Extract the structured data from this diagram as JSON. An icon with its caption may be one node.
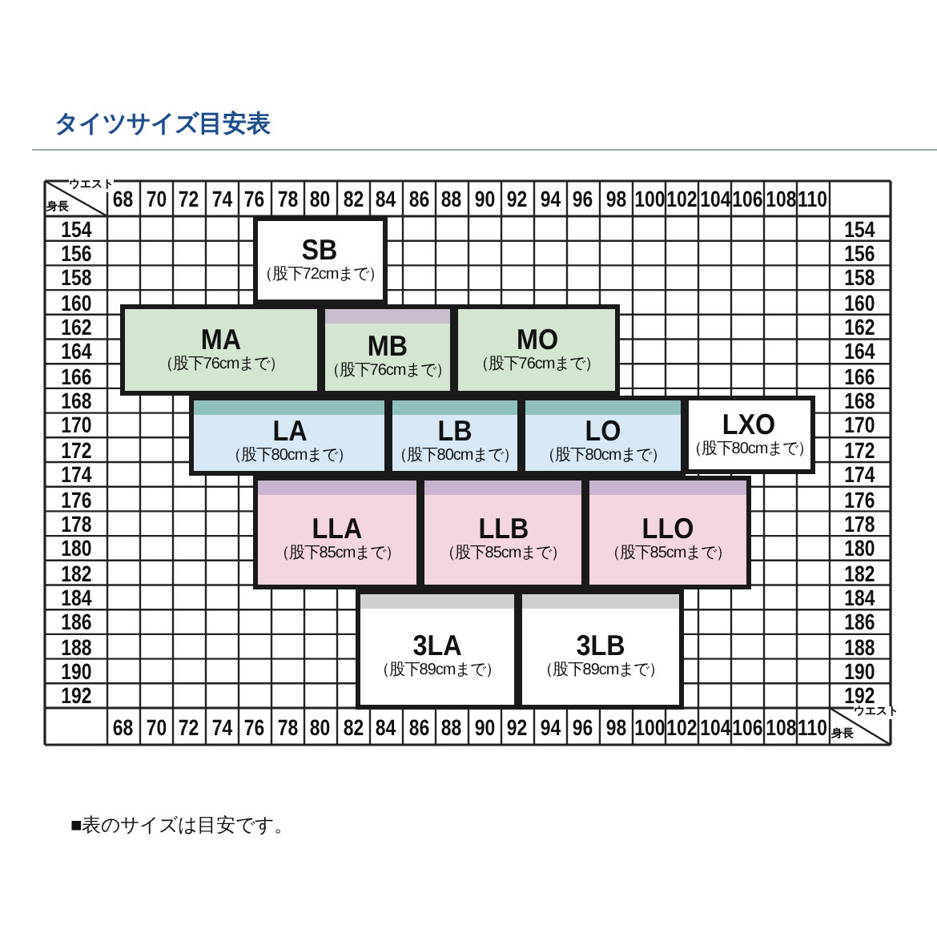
{
  "diagram": {
    "title": "タイツサイズ目安表",
    "nodes": [
      {
        "text": [
          "SB",
          "（股下72cmまで）"
        ]
      },
      {
        "text": [
          "MA",
          "（股下76cmまで）"
        ]
      },
      {
        "text": [
          "MB",
          "（股下76cmまで）"
        ]
      },
      {
        "text": [
          "MO",
          "（股下76cmまで）"
        ]
      },
      {
        "text": [
          "LA",
          "（股下80cmまで）"
        ]
      },
      {
        "text": [
          "LB",
          "（股下80cmまで）"
        ]
      },
      {
        "text": [
          "LO",
          "（股下80cmまで）"
        ]
      },
      {
        "text": [
          "LXO",
          "（股下80cmまで）"
        ]
      },
      {
        "text": [
          "LLA",
          "（股下85cmまで）"
        ]
      },
      {
        "text": [
          "LLB",
          "（股下85cmまで）"
        ]
      },
      {
        "text": [
          "LLO",
          "（股下85cmまで）"
        ]
      },
      {
        "text": [
          "3LA",
          "（股下89cmまで）"
        ]
      },
      {
        "text": [
          "3LB",
          "（股下89cmまで）"
        ]
      }
    ],
    "labels": [
      "ウエスト",
      "身長",
      "68",
      "70",
      "72",
      "74",
      "76",
      "78",
      "80",
      "82",
      "84",
      "86",
      "88",
      "90",
      "92",
      "94",
      "96",
      "98",
      "100",
      "102",
      "104",
      "106",
      "108",
      "110",
      "154",
      "154",
      "156",
      "156",
      "158",
      "158",
      "160",
      "160",
      "162",
      "162",
      "164",
      "164",
      "166",
      "166",
      "168",
      "168",
      "170",
      "170",
      "172",
      "172",
      "174",
      "174",
      "176",
      "176",
      "178",
      "178",
      "180",
      "180",
      "182",
      "182",
      "184",
      "184",
      "186",
      "186",
      "188",
      "188",
      "190",
      "190",
      "192",
      "192",
      "68",
      "70",
      "72",
      "74",
      "76",
      "78",
      "80",
      "82",
      "84",
      "86",
      "88",
      "90",
      "92",
      "94",
      "96",
      "98",
      "100",
      "102",
      "104",
      "106",
      "108",
      "110",
      "ウエスト",
      "身長",
      "■表のサイズは目安です。"
    ]
  }
}
